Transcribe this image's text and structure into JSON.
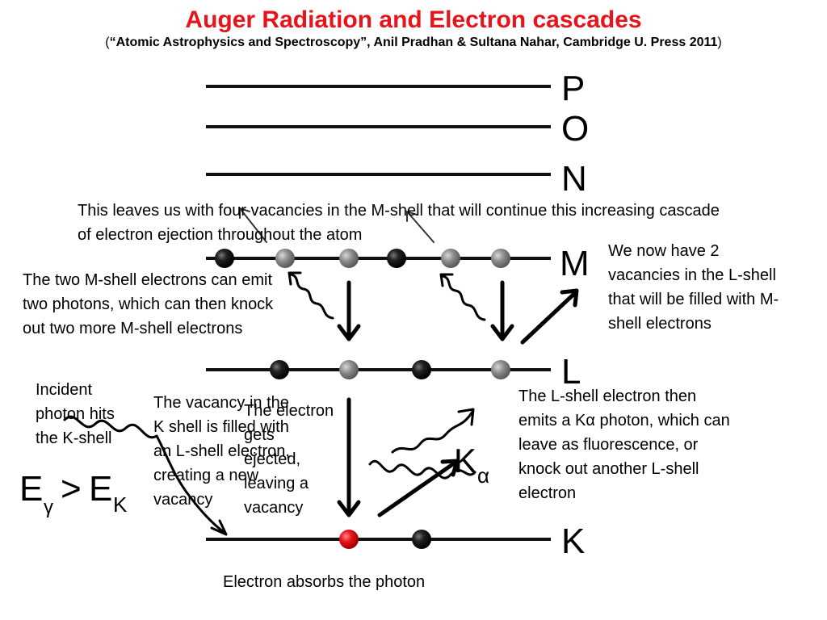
{
  "title": "Auger Radiation and Electron cascades",
  "subtitle": {
    "open": "(",
    "citation": "“Atomic Astrophysics and Spectroscopy”, Anil Pradhan & Sultana Nahar, Cambridge U. Press 2011",
    "close": ")"
  },
  "shells": [
    "P",
    "O",
    "N",
    "M",
    "L",
    "K"
  ],
  "equation": {
    "left": "E",
    "left_sub": "γ",
    "op": ">",
    "right": "E",
    "right_sub": "K"
  },
  "k_alpha": {
    "main": "K",
    "sub": "α"
  },
  "colors": {
    "title": "#e8141b",
    "electron_black": "#111111",
    "electron_gray": "#8a8a8a",
    "electron_red": "#e8141b"
  },
  "annotations": {
    "cascade": "This leaves us with four vacancies in the M-shell that will continue this increasing cascade of electron ejection throughout the atom",
    "l_vacancies": "We now have 2 vacancies in the L-shell that will be filled with M-shell electrons",
    "m_photons": "The two M-shell electrons can emit two photons, which can then knock out two more M-shell electrons",
    "incident": "Incident photon hits the K-shell",
    "k_filled": "The vacancy in the K shell is filled with an L-shell electron, creating a new vacancy",
    "ejected": "The electron gets ejected, leaving a vacancy",
    "k_alpha_emit": "The L-shell electron then emits a Kα photon, which can leave as fluorescence, or knock out another L-shell electron",
    "absorbs": "Electron absorbs the photon"
  }
}
